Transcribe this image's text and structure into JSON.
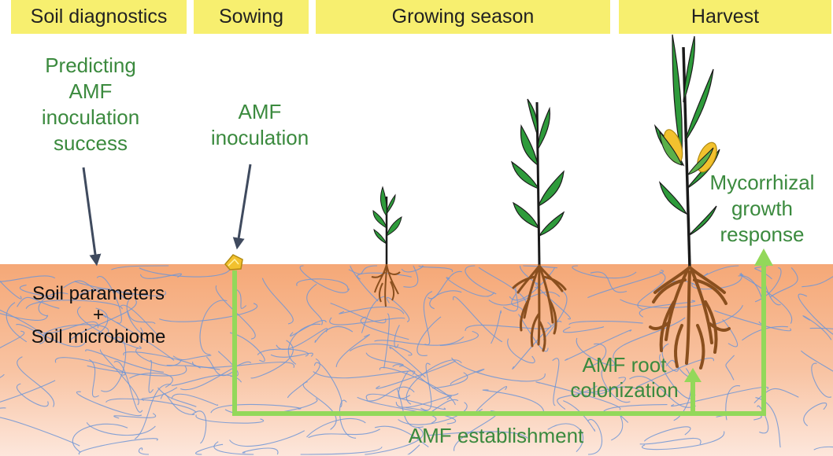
{
  "stages": [
    "Soil diagnostics",
    "Sowing",
    "Growing season",
    "Harvest"
  ],
  "labels": {
    "predicting": [
      "Predicting",
      "AMF",
      "inoculation",
      "success"
    ],
    "inoculation": [
      "AMF",
      "inoculation"
    ],
    "soil": [
      "Soil parameters",
      "+",
      "Soil microbiome"
    ],
    "root_colonization": [
      "AMF root",
      "colonization"
    ],
    "growth_response": [
      "Mycorrhizal",
      "growth",
      "response"
    ],
    "establishment": "AMF establishment"
  },
  "colors": {
    "stage_box": "#f7ef6f",
    "label_green": "#3b8a3e",
    "arrow_green": "#93d85a",
    "soil_top": "#f5a877",
    "soil_bottom": "#fde7dc",
    "hyphae": "#6f95d6",
    "roots": "#8a4f1e",
    "leaf": "#2e9b3b",
    "corn_kernel": "#f2c12e"
  }
}
